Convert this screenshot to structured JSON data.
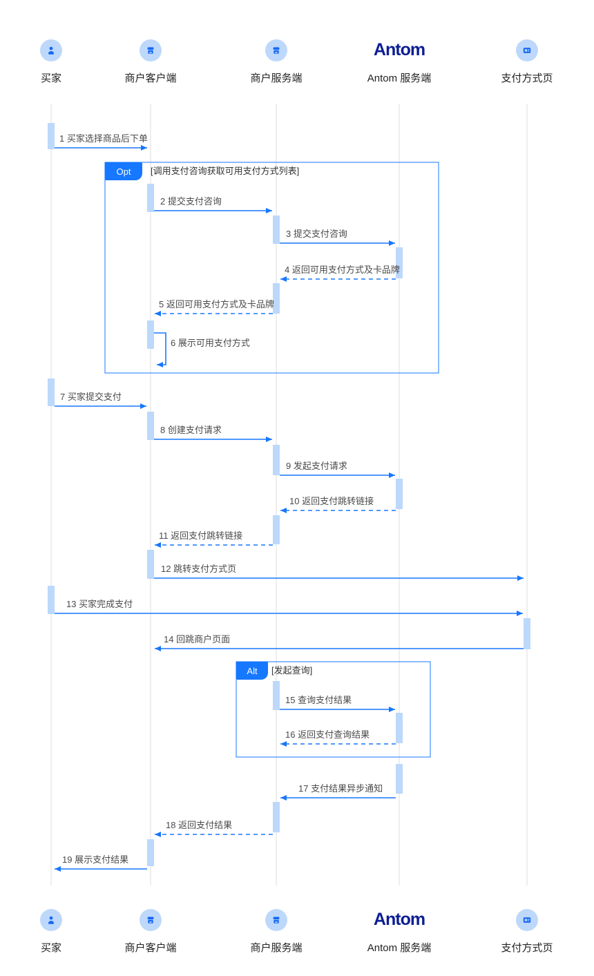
{
  "diagram": {
    "title_type": "payment-sequence-diagram",
    "actors": [
      {
        "name": "买家",
        "icon": "user-icon"
      },
      {
        "name": "商户客户端",
        "icon": "store-icon"
      },
      {
        "name": "商户服务端",
        "icon": "store-icon"
      },
      {
        "name": "Antom 服务端",
        "icon": "antom-logo",
        "logo_text": "Antom"
      },
      {
        "name": "支付方式页",
        "icon": "card-icon"
      }
    ],
    "frames": [
      {
        "type": "Opt",
        "condition": "[调用支付咨询获取可用支付方式列表]"
      },
      {
        "type": "Alt",
        "condition": "[发起查询]"
      }
    ],
    "messages": [
      {
        "label": "1 买家选择商品后下单",
        "from": "买家",
        "to": "商户客户端",
        "line": "solid"
      },
      {
        "label": "2 提交支付咨询",
        "from": "商户客户端",
        "to": "商户服务端",
        "line": "solid"
      },
      {
        "label": "3 提交支付咨询",
        "from": "商户服务端",
        "to": "Antom 服务端",
        "line": "solid"
      },
      {
        "label": "4 返回可用支付方式及卡品牌",
        "from": "Antom 服务端",
        "to": "商户服务端",
        "line": "dashed"
      },
      {
        "label": "5 返回可用支付方式及卡品牌",
        "from": "商户服务端",
        "to": "商户客户端",
        "line": "dashed"
      },
      {
        "label": "6 展示可用支付方式",
        "from": "商户客户端",
        "to": "商户客户端",
        "line": "self"
      },
      {
        "label": "7 买家提交支付",
        "from": "买家",
        "to": "商户客户端",
        "line": "solid"
      },
      {
        "label": "8 创建支付请求",
        "from": "商户客户端",
        "to": "商户服务端",
        "line": "solid"
      },
      {
        "label": "9 发起支付请求",
        "from": "商户服务端",
        "to": "Antom 服务端",
        "line": "solid"
      },
      {
        "label": "10 返回支付跳转链接",
        "from": "Antom 服务端",
        "to": "商户服务端",
        "line": "dashed"
      },
      {
        "label": "11 返回支付跳转链接",
        "from": "商户服务端",
        "to": "商户客户端",
        "line": "dashed"
      },
      {
        "label": "12 跳转支付方式页",
        "from": "商户客户端",
        "to": "支付方式页",
        "line": "solid"
      },
      {
        "label": "13 买家完成支付",
        "from": "买家",
        "to": "支付方式页",
        "line": "solid"
      },
      {
        "label": "14 回跳商户页面",
        "from": "支付方式页",
        "to": "商户客户端",
        "line": "solid"
      },
      {
        "label": "15 查询支付结果",
        "from": "商户服务端",
        "to": "Antom 服务端",
        "line": "solid"
      },
      {
        "label": "16 返回支付查询结果",
        "from": "Antom 服务端",
        "to": "商户服务端",
        "line": "dashed"
      },
      {
        "label": "17 支付结果异步通知",
        "from": "Antom 服务端",
        "to": "商户服务端",
        "line": "solid"
      },
      {
        "label": "18 返回支付结果",
        "from": "商户服务端",
        "to": "商户客户端",
        "line": "dashed"
      },
      {
        "label": "19 展示支付结果",
        "from": "商户客户端",
        "to": "买家",
        "line": "solid"
      }
    ],
    "colors": {
      "accent": "#1677FF",
      "activation": "#BCD8FB",
      "icon_background": "#BDD8FA",
      "icon_glyph": "#1668F6",
      "lifeline": "#DCDCDC",
      "antom_navy": "#0D1E92",
      "message_text": "#4A4A4A"
    }
  }
}
